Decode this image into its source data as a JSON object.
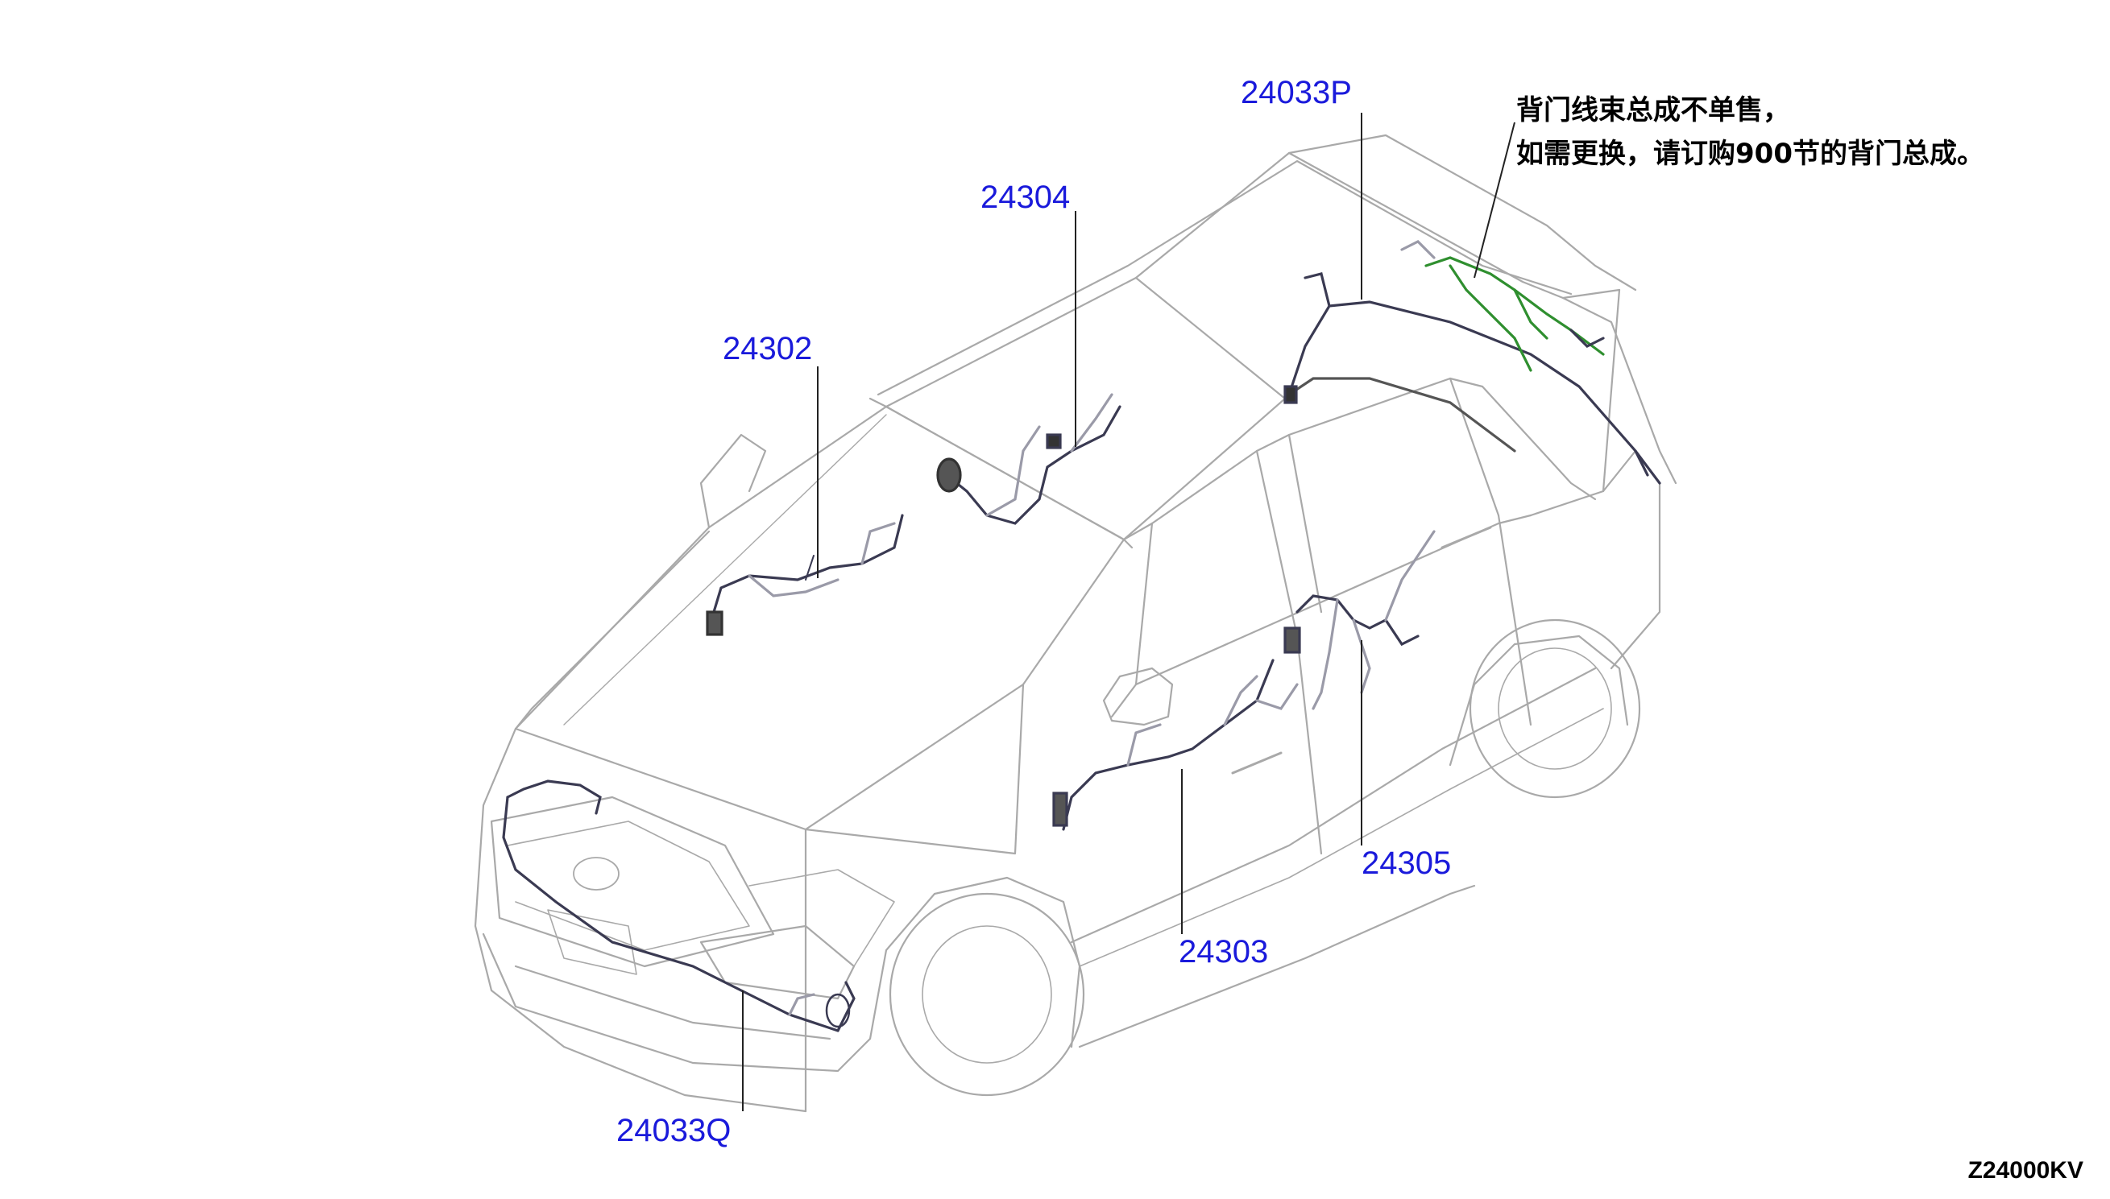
{
  "colors": {
    "callout": "#1a1adb",
    "outline": "#a9a9a9",
    "harness": "#3a3a52",
    "harness_light": "#9a9aa8",
    "back_door": "#2f8f2f",
    "leader": "#222222",
    "text": "#000000"
  },
  "callouts": [
    {
      "id": "24033P",
      "label": "24033P"
    },
    {
      "id": "24304",
      "label": "24304"
    },
    {
      "id": "24302",
      "label": "24302"
    },
    {
      "id": "24305",
      "label": "24305"
    },
    {
      "id": "24303",
      "label": "24303"
    },
    {
      "id": "24033Q",
      "label": "24033Q"
    }
  ],
  "note": {
    "line1": "背门线束总成不单售，",
    "line2": "如需更换，请订购900节的背门总成。"
  },
  "diagram_code": "Z24000KV"
}
